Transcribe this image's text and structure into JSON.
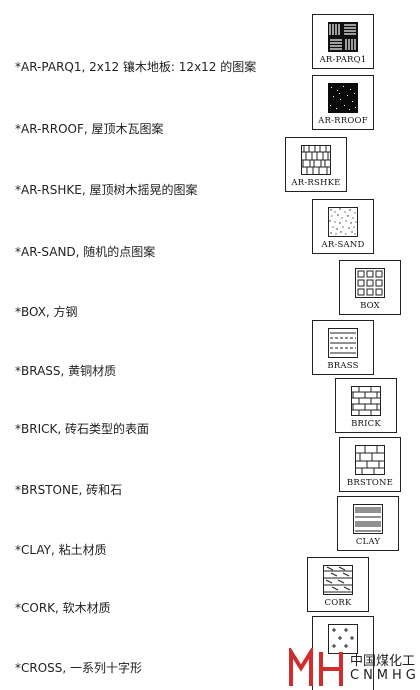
{
  "colors": {
    "text": "#222222",
    "watermark_red": "#d22d2d"
  },
  "hatches": [
    {
      "description": "*AR-PARQ1, 2x12 镶木地板: 12x12 的图案",
      "label": "AR-PARQ1",
      "icon": "parquet-pattern-icon"
    },
    {
      "description": "*AR-RROOF, 屋顶木瓦图案",
      "label": "AR-RROOF",
      "icon": "roof-shingle-pattern-icon"
    },
    {
      "description": "*AR-RSHKE, 屋顶树木摇晃的图案",
      "label": "AR-RSHKE",
      "icon": "roof-shake-pattern-icon"
    },
    {
      "description": "*AR-SAND, 随机的点图案",
      "label": "AR-SAND",
      "icon": "sand-dots-pattern-icon"
    },
    {
      "description": "*BOX, 方钢",
      "label": "BOX",
      "icon": "box-steel-pattern-icon"
    },
    {
      "description": "*BRASS, 黄铜材质",
      "label": "BRASS",
      "icon": "brass-pattern-icon"
    },
    {
      "description": "*BRICK, 砖石类型的表面",
      "label": "BRICK",
      "icon": "brick-pattern-icon"
    },
    {
      "description": "*BRSTONE, 砖和石",
      "label": "BRSTONE",
      "icon": "brick-stone-pattern-icon"
    },
    {
      "description": "*CLAY, 粘土材质",
      "label": "CLAY",
      "icon": "clay-pattern-icon"
    },
    {
      "description": "*CORK, 软木材质",
      "label": "CORK",
      "icon": "cork-pattern-icon"
    },
    {
      "description": "*CROSS, 一系列十字形",
      "label": "",
      "icon": "cross-pattern-icon"
    }
  ],
  "watermark": {
    "text_cn": "中国煤化工",
    "text_en": "CNMHG",
    "icon": "mh-logo-icon"
  }
}
